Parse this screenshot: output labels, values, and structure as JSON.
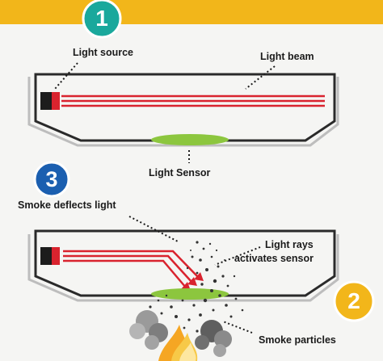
{
  "steps": [
    "1",
    "2",
    "3"
  ],
  "labels": {
    "light_source": "Light source",
    "light_beam": "Light beam",
    "light_sensor": "Light Sensor",
    "smoke_deflects": "Smoke deflects light",
    "light_rays": "Light rays",
    "activates_sensor": "activates sensor",
    "smoke_particles": "Smoke particles"
  },
  "colors": {
    "background": "#f2b61a",
    "panel": "#f5f5f3",
    "chamber_line": "#2a2a2a",
    "beam_red": "#d9232e",
    "sensor_green": "#8cc63e",
    "step1_teal": "#1aa89c",
    "step3_blue": "#1b5fb0",
    "step2_yellow": "#f2b61a"
  }
}
